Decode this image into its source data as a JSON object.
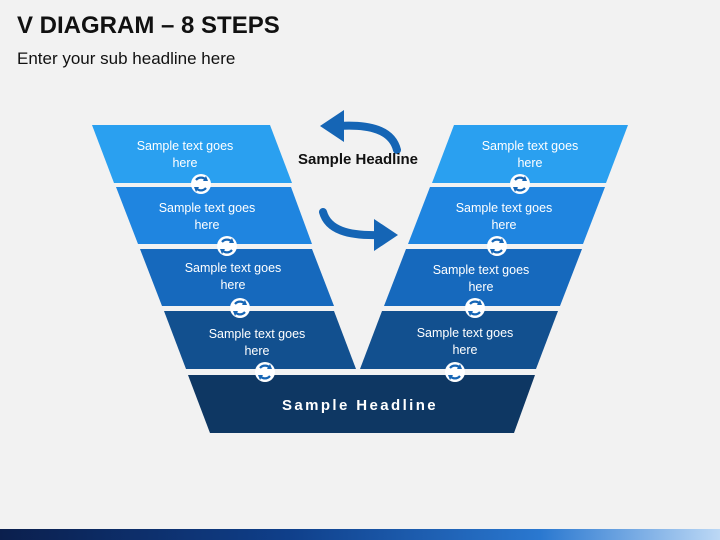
{
  "header": {
    "title": "V DIAGRAM – 8 STEPS",
    "subtitle": "Enter your sub headline here"
  },
  "diagram": {
    "left_steps": [
      {
        "line1": "Sample text goes",
        "line2": "here",
        "color": "#2aa0f0"
      },
      {
        "line1": "Sample text goes",
        "line2": "here",
        "color": "#1f85e0"
      },
      {
        "line1": "Sample text goes",
        "line2": "here",
        "color": "#1669bd"
      },
      {
        "line1": "Sample text goes",
        "line2": "here",
        "color": "#12508f"
      }
    ],
    "right_steps": [
      {
        "line1": "Sample text goes",
        "line2": "here",
        "color": "#2aa0f0"
      },
      {
        "line1": "Sample text goes",
        "line2": "here",
        "color": "#1f85e0"
      },
      {
        "line1": "Sample text goes",
        "line2": "here",
        "color": "#1669bd"
      },
      {
        "line1": "Sample text goes",
        "line2": "here",
        "color": "#12508f"
      }
    ],
    "base": {
      "label": "Sample Headline",
      "color": "#0e3763"
    },
    "center_headline": "Sample Headline",
    "arrow_color": "#1565b5",
    "connector_icon": "cycle-arrows-icon"
  }
}
